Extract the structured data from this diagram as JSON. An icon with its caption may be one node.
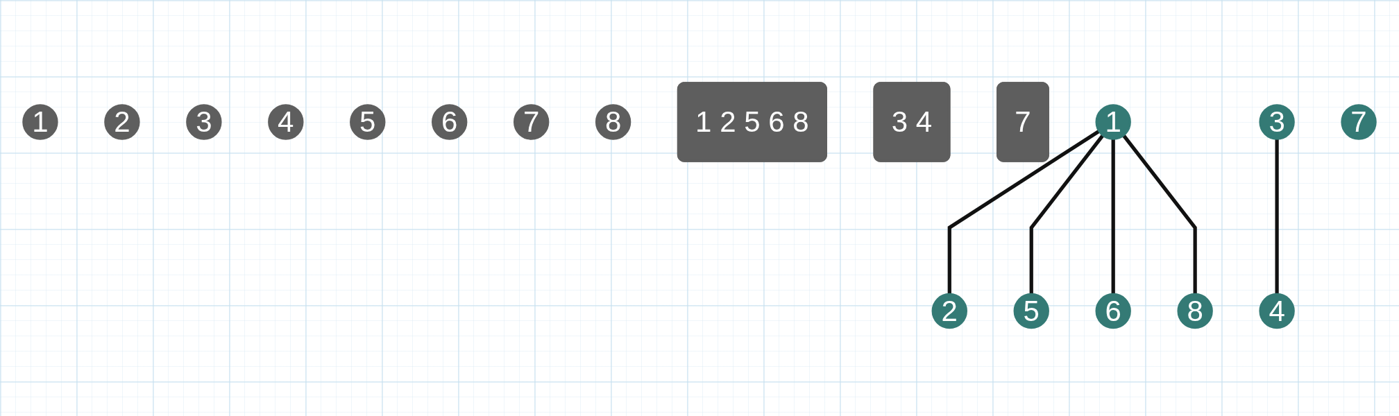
{
  "diagram": {
    "nodes": [
      {
        "text": [
          "1"
        ]
      },
      {
        "text": [
          "2"
        ]
      },
      {
        "text": [
          "3"
        ]
      },
      {
        "text": [
          "4"
        ]
      },
      {
        "text": [
          "5"
        ]
      },
      {
        "text": [
          "6"
        ]
      },
      {
        "text": [
          "7"
        ]
      },
      {
        "text": [
          "8"
        ]
      },
      {
        "text": [
          "1 2 5 6 8"
        ]
      },
      {
        "text": [
          "3 4"
        ]
      },
      {
        "text": [
          "7"
        ]
      },
      {
        "text": [
          "1"
        ]
      },
      {
        "text": [
          "3"
        ]
      },
      {
        "text": [
          "2"
        ]
      },
      {
        "text": [
          "5"
        ]
      },
      {
        "text": [
          "6"
        ]
      },
      {
        "text": [
          "8"
        ]
      },
      {
        "text": [
          "4"
        ]
      },
      {
        "text": [
          "7"
        ]
      }
    ],
    "edges": [
      {
        "from": 11,
        "to": 13,
        "arrow": "none"
      },
      {
        "from": 11,
        "to": 14,
        "arrow": "none"
      },
      {
        "from": 11,
        "to": 15,
        "arrow": "none"
      },
      {
        "from": 11,
        "to": 16,
        "arrow": "none"
      },
      {
        "from": 12,
        "to": 17,
        "arrow": "none"
      }
    ]
  }
}
